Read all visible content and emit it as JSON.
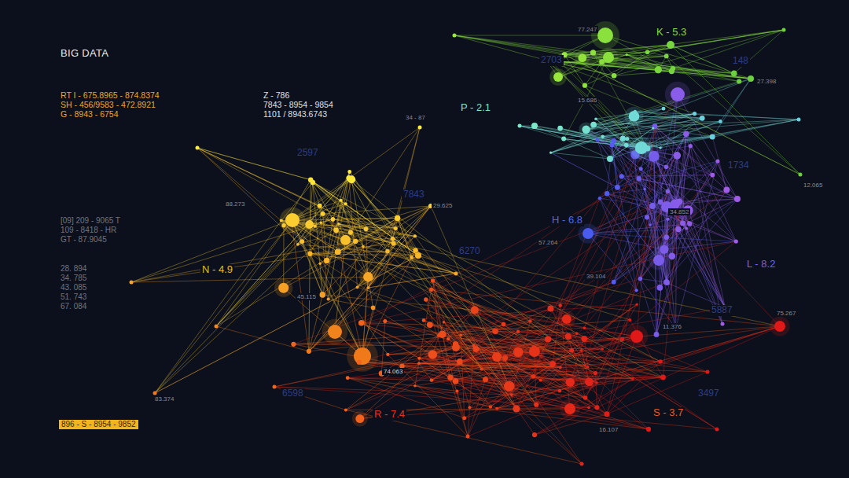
{
  "diagram": {
    "title": "BIG DATA",
    "labels": [
      "RT I - 675.8965 - 874.8374",
      "SH - 456/9583 - 472.8921",
      "G - 8943 - 6754",
      "Z - 786",
      "7843 - 8954 - 9854",
      "1101 / 8943.6743",
      "34 - 87",
      "K - 5.3",
      "77.247",
      "2703",
      "148",
      "27.398",
      "15.686",
      "P - 2.1",
      "2597",
      "1734",
      "12.065",
      "7843",
      "88.273",
      "29.625",
      "34.852",
      "H - 6.8",
      "[09] 209 - 9065 T",
      "109 - 8418 - HR",
      "GT - 87.9045",
      "57.264",
      "6270",
      "L - 8.2",
      "N - 4.9",
      "28. 894",
      "34. 785",
      "43. 085",
      "51. 743",
      "67. 084",
      "39.104",
      "45.115",
      "5887",
      "75.267",
      "11.376",
      "74.063",
      "6598",
      "3497",
      "83.374",
      "R - 7.4",
      "S - 3.7",
      "896 - S - 8954 - 9852",
      "16.107"
    ]
  }
}
